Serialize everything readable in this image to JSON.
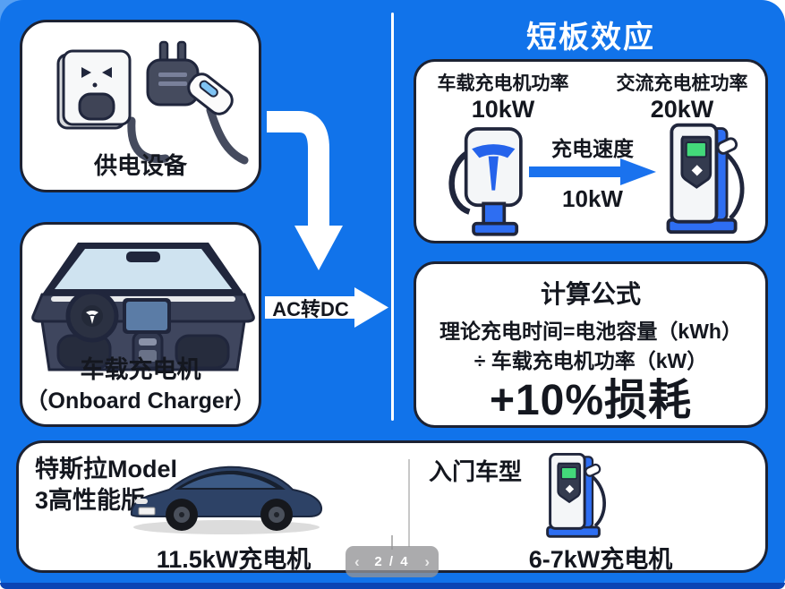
{
  "section_title": "短板效应",
  "cards": {
    "power_supply": {
      "label": "供电设备"
    },
    "onboard_charger": {
      "label_cn": "车载充电机",
      "label_en": "（Onboard Charger）"
    }
  },
  "flow": {
    "converter_label": "AC转DC"
  },
  "comparison": {
    "onboard_label": "车载充电机功率",
    "onboard_value": "10kW",
    "pile_label": "交流充电桩功率",
    "pile_value": "20kW",
    "speed_label": "充电速度",
    "speed_value": "10kW"
  },
  "formula": {
    "title": "计算公式",
    "line1": "理论充电时间=电池容量（kWh）",
    "line2": "÷ 车载充电机功率（kW）",
    "line3": "+10%损耗"
  },
  "bottom": {
    "tesla": {
      "name_line1": "特斯拉Model",
      "name_line2": "3高性能版",
      "charger": "11.5kW充电机"
    },
    "entry": {
      "name": "入门车型",
      "charger": "6-7kW充电机"
    }
  },
  "pagination": {
    "prev_icon": "‹",
    "label": "2 / 4",
    "next_icon": "›"
  },
  "icons": {
    "power_outlet_plug": "wall-socket-with-ev-plug",
    "car_interior": "tesla-dashboard-interior",
    "tesla_wall_connector": "tesla-wall-connector",
    "ac_charging_pile": "ac-charging-pile",
    "tesla_model3": "tesla-model-3-side-view"
  },
  "colors": {
    "background_blue": "#1173ea",
    "corner_accent": "#57a0f3",
    "card_border": "#1c2233",
    "illustration_blue": "#2e6ef2",
    "speed_arrow_blue": "#1a72ee",
    "screen_green": "#43d97a",
    "bottom_strip": "#0a45b4",
    "divider_white": "#ffffff"
  }
}
